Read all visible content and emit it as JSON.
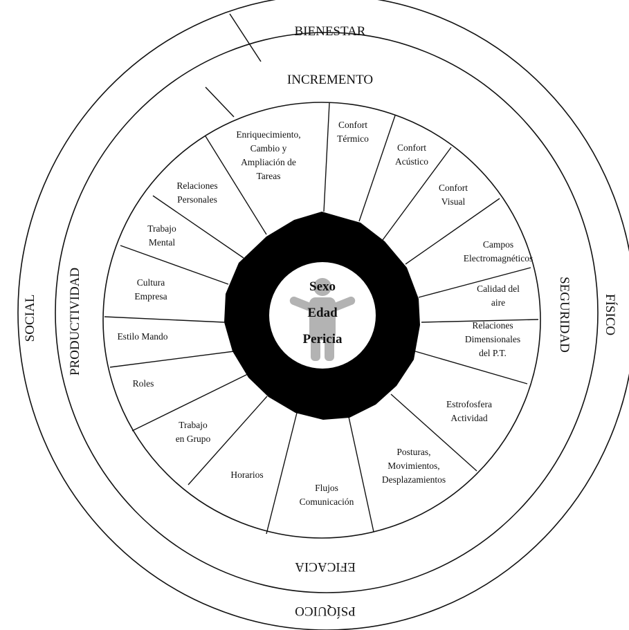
{
  "outer_ring": {
    "top": "BIENESTAR",
    "left": "SOCIAL",
    "right": "FÍSICO",
    "bottom": "PSÍQUICO"
  },
  "middle_ring": {
    "top": "INCREMENTO",
    "left": "PRODUCTIVIDAD",
    "right": "SEGURIDAD",
    "bottom": "EFICACIA"
  },
  "center": {
    "lines": [
      "Sexo",
      "Edad",
      "Pericia"
    ],
    "figure_icon": "person-icon"
  },
  "segments": [
    {
      "lines": [
        "Confort",
        "Térmico"
      ]
    },
    {
      "lines": [
        "Confort",
        "Acústico"
      ]
    },
    {
      "lines": [
        "Confort",
        "Visual"
      ]
    },
    {
      "lines": [
        "Campos",
        "Electromagnéticos"
      ]
    },
    {
      "lines": [
        "Calidad del",
        "aire"
      ]
    },
    {
      "lines": [
        "Relaciones",
        "Dimensionales",
        "del P.T."
      ]
    },
    {
      "lines": [
        "Estrofosfera",
        "Actividad"
      ]
    },
    {
      "lines": [
        "Posturas,",
        "Movimientos,",
        "Desplazamientos"
      ]
    },
    {
      "lines": [
        "Flujos",
        "Comunicación"
      ]
    },
    {
      "lines": [
        "Horarios"
      ]
    },
    {
      "lines": [
        "Trabajo",
        "en Grupo"
      ]
    },
    {
      "lines": [
        "Roles"
      ]
    },
    {
      "lines": [
        "Estilo Mando"
      ]
    },
    {
      "lines": [
        "Cultura",
        "Empresa"
      ]
    },
    {
      "lines": [
        "Trabajo",
        "Mental"
      ]
    },
    {
      "lines": [
        "Relaciones",
        "Personales"
      ]
    },
    {
      "lines": [
        "Enriquecimiento,",
        "Cambio y",
        "Ampliación de",
        "Tareas"
      ]
    }
  ],
  "colors": {
    "ink": "#111111",
    "hub": "#000000",
    "figure": "#b3b3b3",
    "background": "#ffffff"
  }
}
